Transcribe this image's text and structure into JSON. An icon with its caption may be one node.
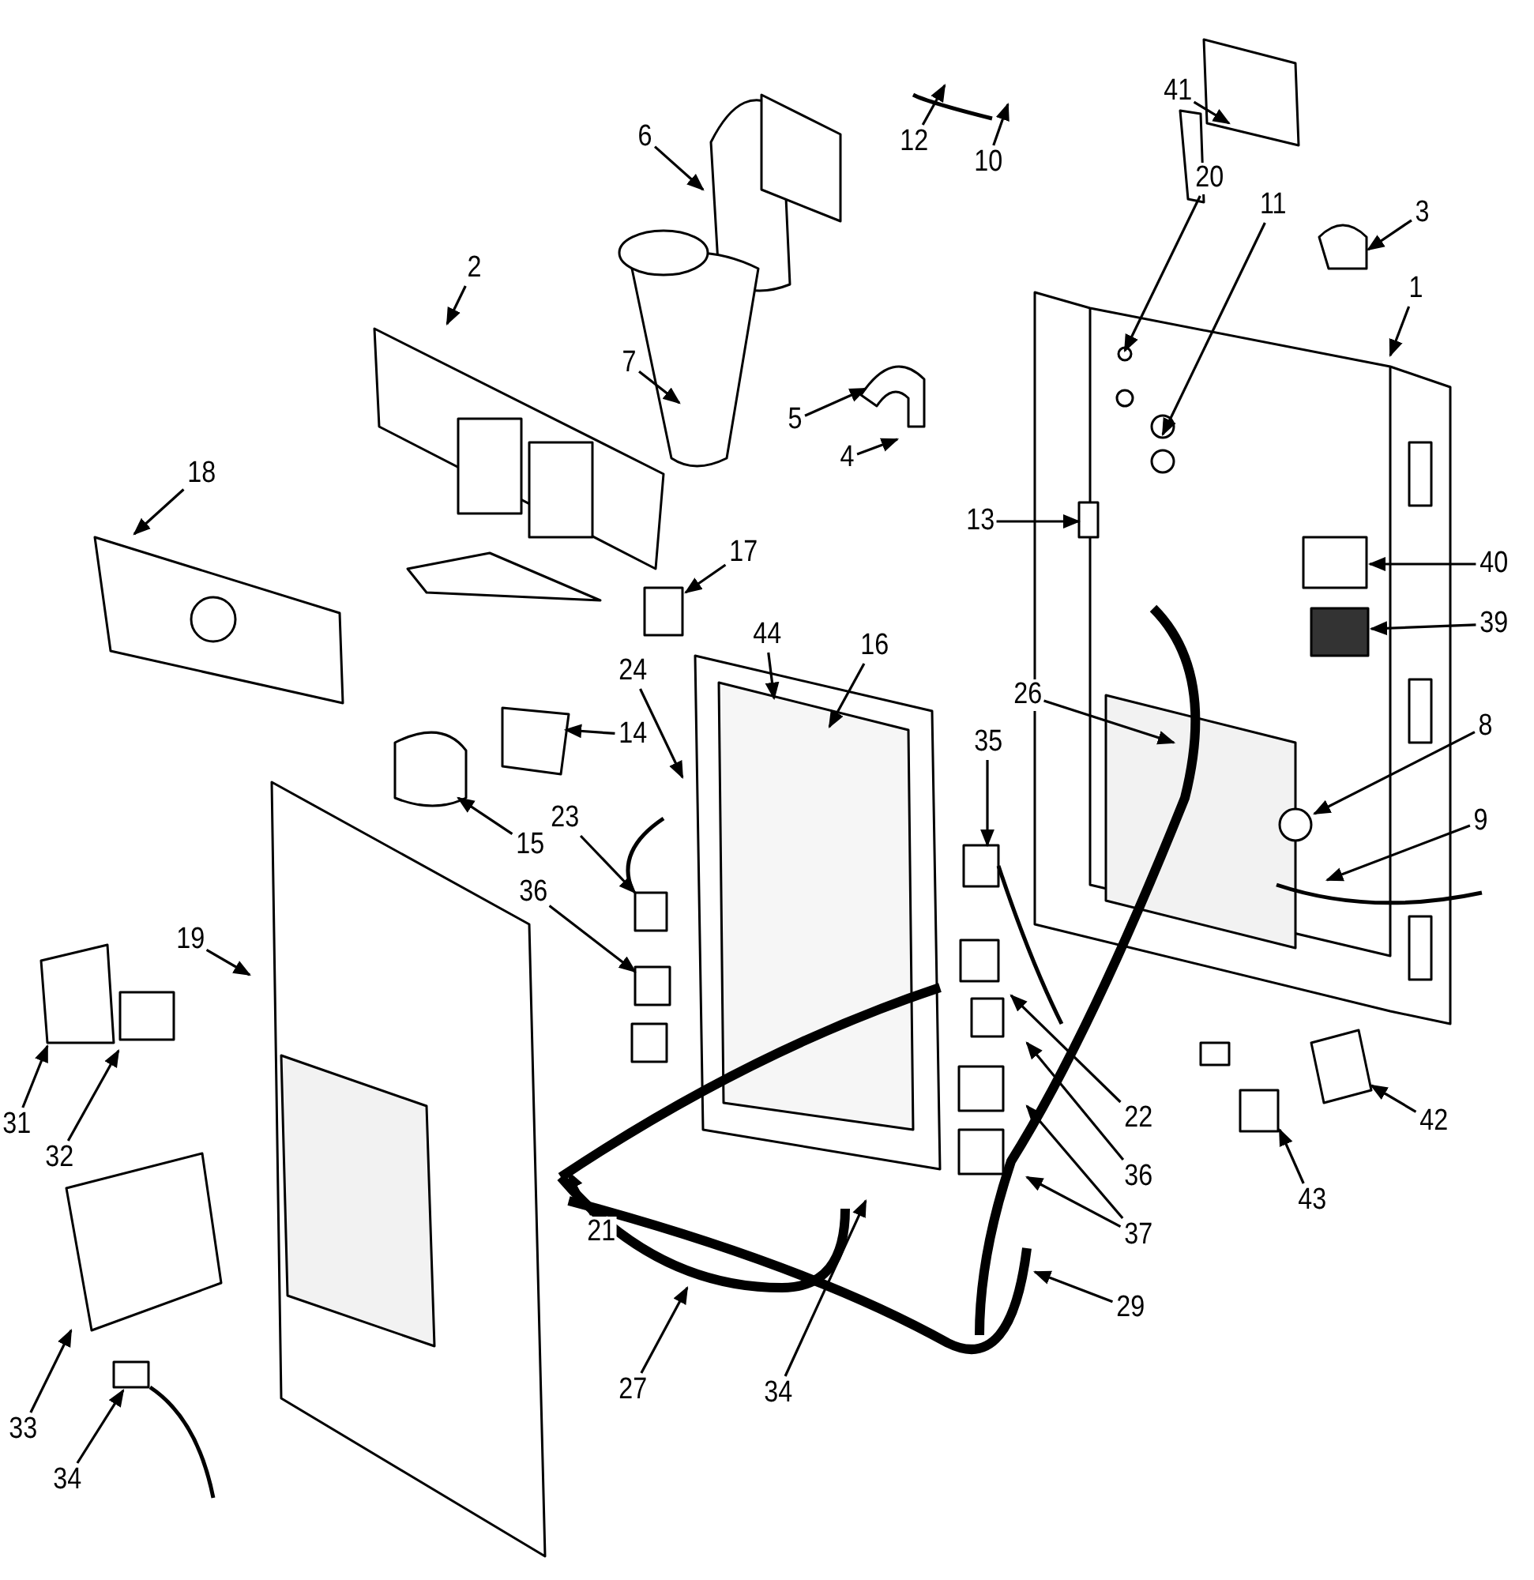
{
  "diagram": {
    "nodes": [
      {
        "text": [
          "41"
        ]
      },
      {
        "text": [
          "12"
        ]
      },
      {
        "text": [
          "10"
        ]
      },
      {
        "text": [
          "20"
        ]
      },
      {
        "text": [
          "11"
        ]
      },
      {
        "text": [
          "3"
        ]
      },
      {
        "text": [
          "6"
        ]
      },
      {
        "text": [
          "2"
        ]
      },
      {
        "text": [
          "1"
        ]
      },
      {
        "text": [
          "7"
        ]
      },
      {
        "text": [
          "5"
        ]
      },
      {
        "text": [
          "4"
        ]
      },
      {
        "text": [
          "18"
        ]
      },
      {
        "text": [
          "13"
        ]
      },
      {
        "text": [
          "40"
        ]
      },
      {
        "text": [
          "17"
        ]
      },
      {
        "text": [
          "44"
        ]
      },
      {
        "text": [
          "16"
        ]
      },
      {
        "text": [
          "39"
        ]
      },
      {
        "text": [
          "24"
        ]
      },
      {
        "text": [
          "14"
        ]
      },
      {
        "text": [
          "26"
        ]
      },
      {
        "text": [
          "8"
        ]
      },
      {
        "text": [
          "35"
        ]
      },
      {
        "text": [
          "15"
        ]
      },
      {
        "text": [
          "23"
        ]
      },
      {
        "text": [
          "9"
        ]
      },
      {
        "text": [
          "36"
        ]
      },
      {
        "text": [
          "19"
        ]
      },
      {
        "text": [
          "31"
        ]
      },
      {
        "text": [
          "32"
        ]
      },
      {
        "text": [
          "22"
        ]
      },
      {
        "text": [
          "36"
        ]
      },
      {
        "text": [
          "42"
        ]
      },
      {
        "text": [
          "37"
        ]
      },
      {
        "text": [
          "43"
        ]
      },
      {
        "text": [
          "21"
        ]
      },
      {
        "text": [
          "27"
        ]
      },
      {
        "text": [
          "34"
        ]
      },
      {
        "text": [
          "29"
        ]
      },
      {
        "text": [
          "33"
        ]
      },
      {
        "text": [
          "34"
        ]
      }
    ],
    "edges": [
      {
        "from": 0,
        "to": null,
        "arrow": "to"
      },
      {
        "from": 1,
        "to": null,
        "arrow": "to"
      },
      {
        "from": 2,
        "to": null,
        "arrow": "to"
      },
      {
        "from": 3,
        "to": null,
        "arrow": "to"
      },
      {
        "from": 4,
        "to": null,
        "arrow": "to"
      },
      {
        "from": 5,
        "to": null,
        "arrow": "to"
      },
      {
        "from": 6,
        "to": null,
        "arrow": "to"
      },
      {
        "from": 7,
        "to": null,
        "arrow": "to"
      },
      {
        "from": 8,
        "to": null,
        "arrow": "to"
      },
      {
        "from": 9,
        "to": null,
        "arrow": "to"
      },
      {
        "from": 10,
        "to": null,
        "arrow": "to"
      },
      {
        "from": 11,
        "to": null,
        "arrow": "to"
      },
      {
        "from": 12,
        "to": null,
        "arrow": "to"
      },
      {
        "from": 13,
        "to": null,
        "arrow": "to"
      },
      {
        "from": 14,
        "to": null,
        "arrow": "to"
      },
      {
        "from": 15,
        "to": null,
        "arrow": "to"
      },
      {
        "from": 16,
        "to": null,
        "arrow": "to"
      },
      {
        "from": 17,
        "to": null,
        "arrow": "to"
      },
      {
        "from": 18,
        "to": null,
        "arrow": "to"
      },
      {
        "from": 19,
        "to": null,
        "arrow": "to"
      },
      {
        "from": 20,
        "to": null,
        "arrow": "to"
      },
      {
        "from": 21,
        "to": null,
        "arrow": "to"
      },
      {
        "from": 22,
        "to": null,
        "arrow": "to"
      },
      {
        "from": 23,
        "to": null,
        "arrow": "to"
      },
      {
        "from": 24,
        "to": null,
        "arrow": "to"
      },
      {
        "from": 25,
        "to": null,
        "arrow": "to"
      },
      {
        "from": 26,
        "to": null,
        "arrow": "to"
      },
      {
        "from": 27,
        "to": null,
        "arrow": "to"
      },
      {
        "from": 28,
        "to": null,
        "arrow": "to"
      },
      {
        "from": 29,
        "to": null,
        "arrow": "to"
      },
      {
        "from": 30,
        "to": null,
        "arrow": "to"
      },
      {
        "from": 31,
        "to": null,
        "arrow": "to"
      },
      {
        "from": 32,
        "to": null,
        "arrow": "to"
      },
      {
        "from": 33,
        "to": null,
        "arrow": "to"
      },
      {
        "from": 34,
        "to": null,
        "arrow": "to"
      },
      {
        "from": 34,
        "to": null,
        "arrow": "to"
      },
      {
        "from": 35,
        "to": null,
        "arrow": "to"
      },
      {
        "from": 36,
        "to": null,
        "arrow": "to"
      },
      {
        "from": 37,
        "to": null,
        "arrow": "to"
      },
      {
        "from": 38,
        "to": null,
        "arrow": "to"
      },
      {
        "from": 39,
        "to": null,
        "arrow": "to"
      },
      {
        "from": 40,
        "to": null,
        "arrow": "to"
      },
      {
        "from": 41,
        "to": null,
        "arrow": "to"
      }
    ]
  }
}
